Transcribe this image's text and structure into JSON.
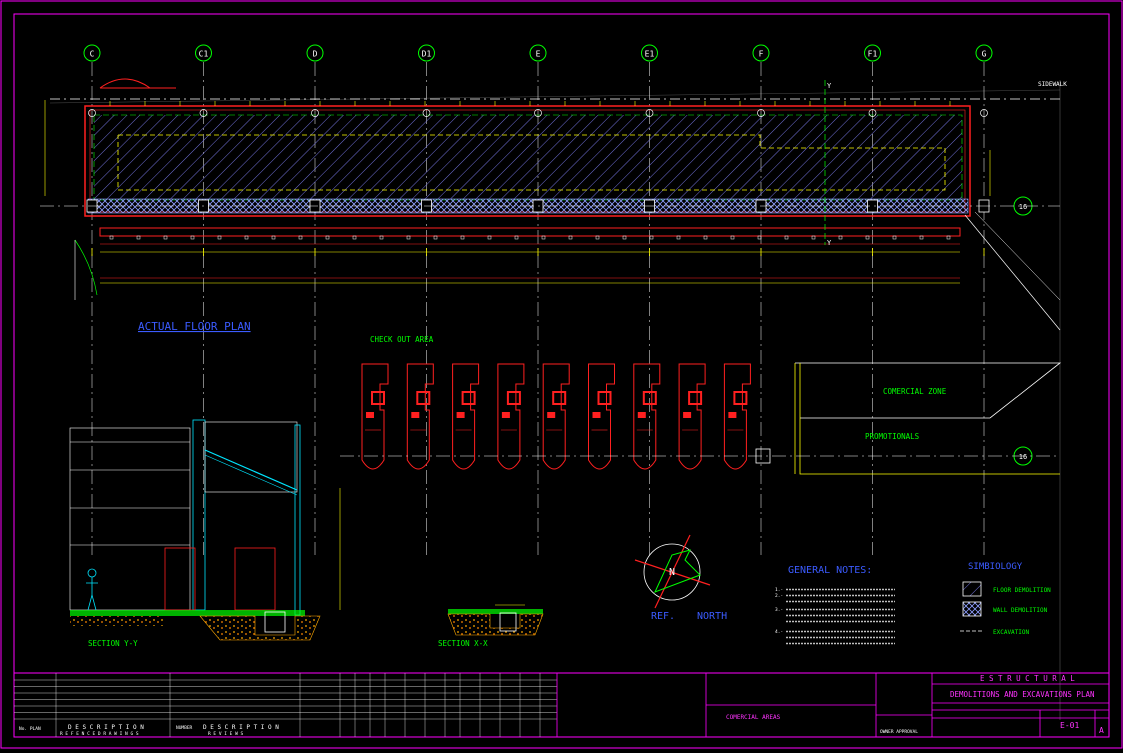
{
  "grid_axes": [
    "C",
    "C1",
    "D",
    "D1",
    "E",
    "E1",
    "F",
    "F1",
    "G"
  ],
  "row_axis": "16",
  "labels": {
    "sidewalk": "SIDEWALK",
    "actual_floor_plan": "ACTUAL FLOOR PLAN",
    "check_out_area": "CHECK OUT AREA",
    "comercial_zone": "COMERCIAL ZONE",
    "promotionals": "PROMOTIONALS",
    "section_yy": "SECTION Y-Y",
    "section_xx": "SECTION X-X",
    "y_axis": "Y",
    "north_letter": "N",
    "ref": "REF.",
    "north": "NORTH"
  },
  "general_notes": {
    "title": "GENERAL NOTES:",
    "items": [
      "1.-",
      "2.-",
      "3.-",
      "4.-"
    ]
  },
  "simbiology": {
    "title": "SIMBIOLOGY",
    "items": [
      "FLOOR DEMOLITION",
      "WALL DEMOLITION",
      "EXCAVATION"
    ]
  },
  "title_block": {
    "discipline": "E S T R U C T U R A L",
    "plan_title": "DEMOLITIONS AND EXCAVATIONS PLAN",
    "area_name": "COMERCIAL AREAS",
    "sheet_number": "E-01",
    "revision": "A",
    "reference_header": "D E S C R I P T I O N",
    "reference_sub": "R E F E N C E   D R A W I N G S",
    "revisions_header": "D E S C R I P T I O N",
    "revisions_sub": "R E V I E W S",
    "no_plan": "No. PLAN",
    "number": "NUMBER",
    "owner_approval": "OWNER APPROVAL"
  },
  "colors": {
    "frame": "#ff00ff",
    "walls": "#ff2020",
    "dims": "#ffff00",
    "axes": "#ffffff",
    "hatch": "#8a8aff",
    "plan_label": "#2a4bff",
    "zone_label": "#00ff00",
    "section_cyan": "#00e5ff"
  },
  "icons": {
    "north_arrow": "north-arrow-icon",
    "entrance_arrow": "entrance-arrow-icon"
  }
}
